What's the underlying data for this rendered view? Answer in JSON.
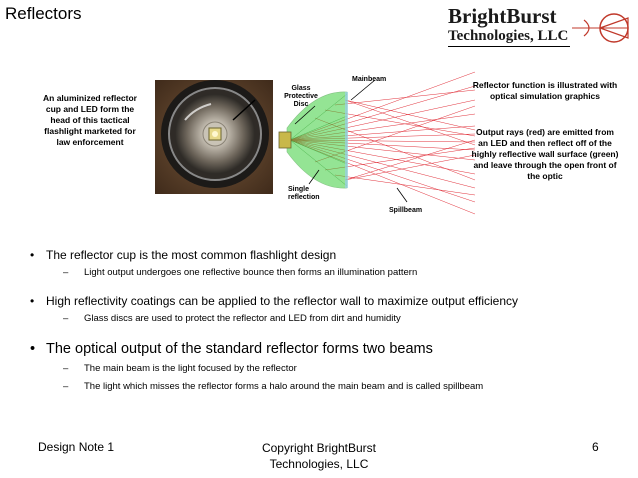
{
  "slide": {
    "title": "Reflectors",
    "logo": {
      "name": "BrightBurst",
      "subtitle": "Technologies, LLC"
    },
    "caption_left": "An aluminized reflector cup and LED form the head of this tactical flashlight marketed for law enforcement",
    "sim_labels": {
      "glass_disc": "Glass Protective Disc",
      "mainbeam": "Mainbeam",
      "single_reflection": "Single reflection",
      "spillbeam": "Spillbeam"
    },
    "caption_right_1": "Reflector function is illustrated with optical simulation graphics",
    "caption_right_2": "Output rays (red) are emitted from an LED and then reflect off of the highly reflective wall surface (green) and leave through the open front of the optic",
    "bullets": [
      {
        "text": "The reflector cup is the most common flashlight design",
        "subs": [
          "Light output undergoes one reflective bounce then forms an illumination pattern"
        ]
      },
      {
        "text": "High reflectivity coatings can be applied to the reflector wall to maximize output efficiency",
        "subs": [
          "Glass discs are used to protect the reflector and LED from dirt and humidity"
        ]
      },
      {
        "text": "The optical output of the standard reflector forms two beams",
        "subs": [
          "The main beam is the light focused by the reflector",
          "The light which misses the reflector forms a halo around the main beam and is called spillbeam"
        ]
      }
    ],
    "footer": {
      "left": "Design Note 1",
      "center": "Copyright BrightBurst Technologies, LLC",
      "right": "6"
    },
    "colors": {
      "rays": "#e0303a",
      "reflector_wall": "#3ecf3e",
      "lens": "#c8b84a"
    }
  }
}
